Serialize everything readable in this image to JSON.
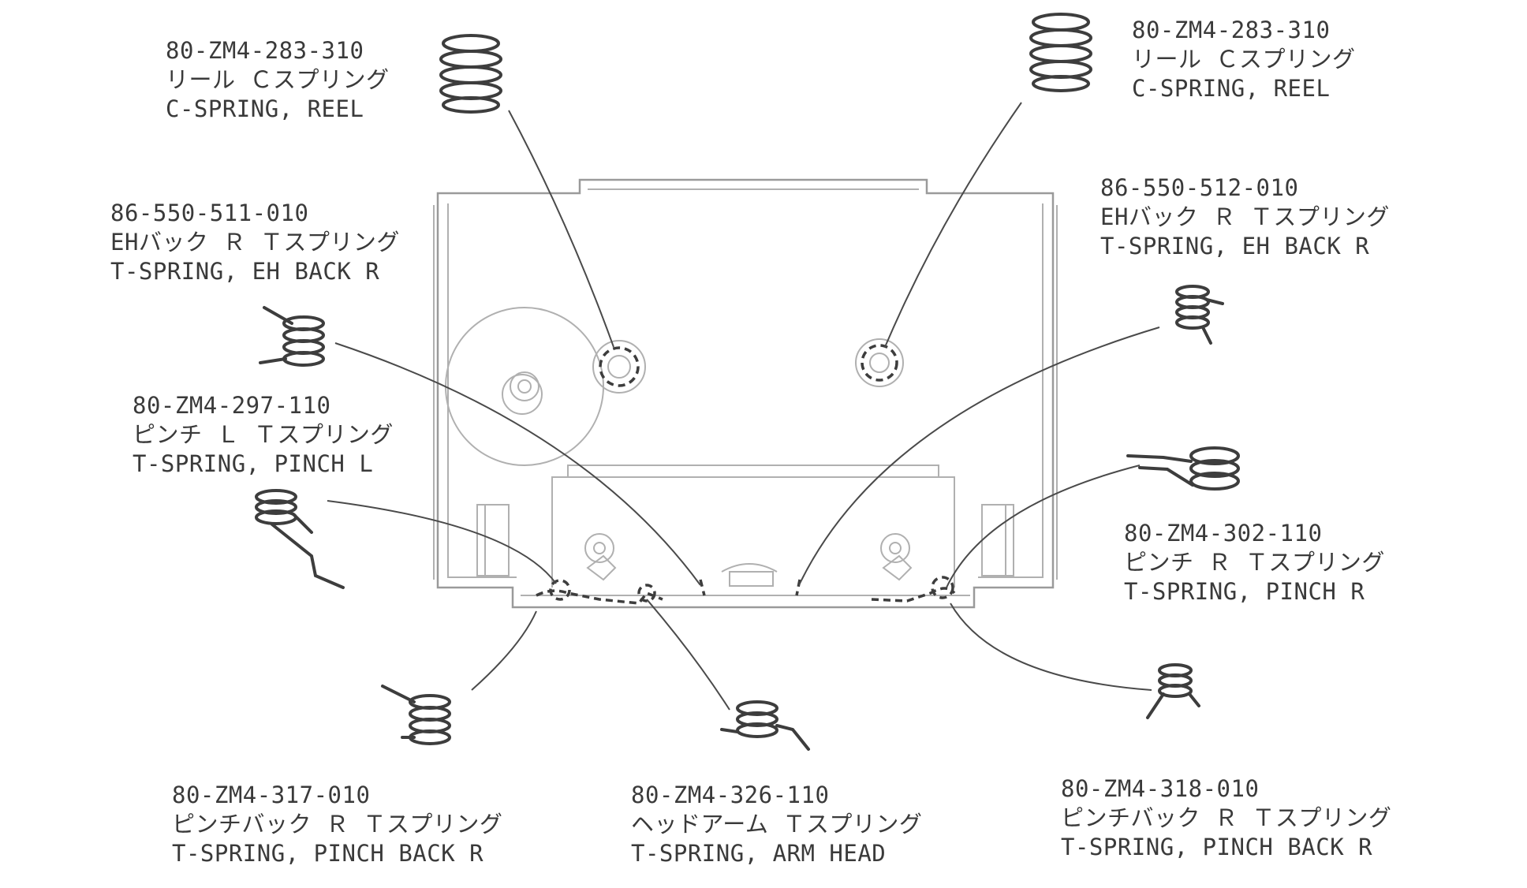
{
  "parts": [
    {
      "id": "reel-left",
      "part_no": "80-ZM4-283-310",
      "name_jp": "リール Ｃスプリング",
      "name_en": "C-SPRING, REEL"
    },
    {
      "id": "reel-right",
      "part_no": "80-ZM4-283-310",
      "name_jp": "リール Ｃスプリング",
      "name_en": "C-SPRING, REEL"
    },
    {
      "id": "eh-back-left",
      "part_no": "86-550-511-010",
      "name_jp": "EHバック Ｒ Ｔスプリング",
      "name_en": "T-SPRING, EH BACK R"
    },
    {
      "id": "eh-back-right",
      "part_no": "86-550-512-010",
      "name_jp": "EHバック Ｒ Ｔスプリング",
      "name_en": "T-SPRING, EH BACK R"
    },
    {
      "id": "pinch-l",
      "part_no": "80-ZM4-297-110",
      "name_jp": "ピンチ Ｌ Ｔスプリング",
      "name_en": "T-SPRING, PINCH L"
    },
    {
      "id": "pinch-r",
      "part_no": "80-ZM4-302-110",
      "name_jp": "ピンチ Ｒ Ｔスプリング",
      "name_en": "T-SPRING, PINCH R"
    },
    {
      "id": "pinch-back-left",
      "part_no": "80-ZM4-317-010",
      "name_jp": "ピンチバック Ｒ Ｔスプリング",
      "name_en": "T-SPRING, PINCH BACK R"
    },
    {
      "id": "arm-head",
      "part_no": "80-ZM4-326-110",
      "name_jp": "ヘッドアーム Ｔスプリング",
      "name_en": "T-SPRING, ARM HEAD"
    },
    {
      "id": "pinch-back-right",
      "part_no": "80-ZM4-318-010",
      "name_jp": "ピンチバック Ｒ Ｔスプリング",
      "name_en": "T-SPRING, PINCH BACK R"
    }
  ]
}
